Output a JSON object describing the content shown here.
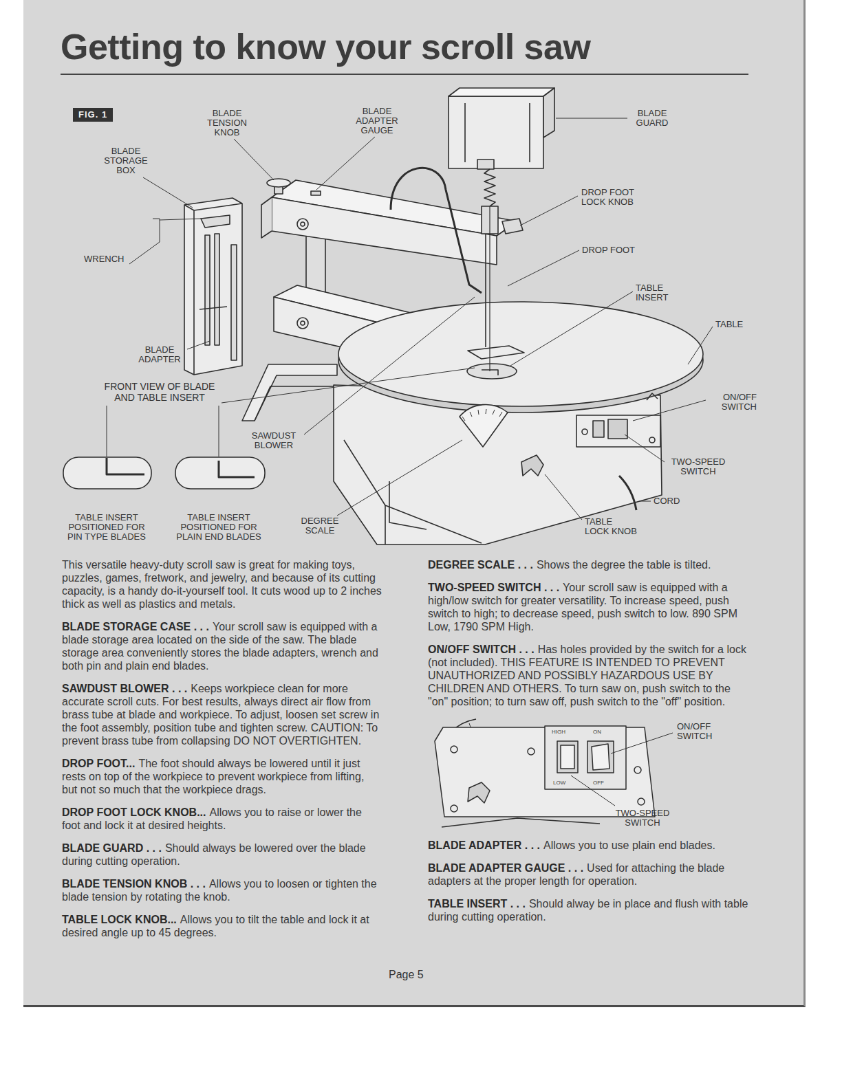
{
  "diagram": {
    "title": "Getting to know your scroll saw",
    "nodes": [
      {
        "text": [
          "FIG. 1"
        ]
      }
    ],
    "labels": [
      "BLADE TENSION KNOB",
      "BLADE ADAPTER GAUGE",
      "BLADE GUARD",
      "BLADE STORAGE BOX",
      "WRENCH",
      "DROP FOOT LOCK KNOB",
      "DROP FOOT",
      "TABLE INSERT",
      "TABLE",
      "BLADE ADAPTER",
      "FRONT VIEW OF BLADE AND TABLE INSERT",
      "ON/OFF SWITCH",
      "SAWDUST BLOWER",
      "TWO-SPEED SWITCH",
      "CORD",
      "TABLE INSERT POSITIONED FOR PIN TYPE BLADES",
      "TABLE INSERT POSITIONED FOR PLAIN END BLADES",
      "DEGREE SCALE",
      "TABLE LOCK KNOB",
      "This versatile heavy-duty scroll saw is great for making toys, puzzles, games, fretwork, and jewelry, and because of its cutting capacity, is a handy do-it-yourself tool. It cuts wood up to 2 inches thick as well as plastics and metals.",
      "BLADE STORAGE CASE . . .",
      "Your scroll saw is equipped with a blade storage area located on the side of the saw. The blade storage area conveniently stores the blade adapters, wrench and both pin and plain end blades.",
      "SAWDUST BLOWER . . .",
      "Keeps workpiece clean for more accurate scroll cuts. For best results, always direct air flow from brass tube at blade and workpiece. To adjust, loosen set screw in the foot assembly, position tube and tighten screw. CAUTION: To prevent brass tube from collapsing DO NOT OVERTIGHTEN.",
      "DROP FOOT...",
      "The foot should always be lowered until it just rests on top of the workpiece to prevent workpiece from lifting, but not so much that the workpiece drags.",
      "DROP FOOT LOCK KNOB...",
      "Allows you to raise or lower the foot and lock it at desired heights.",
      "BLADE GUARD . . .",
      "Should always be lowered over the blade during cutting operation.",
      "BLADE TENSION KNOB . . .",
      "Allows you to loosen or tighten the blade tension by rotating the knob.",
      "TABLE LOCK KNOB...",
      "Allows you to tilt the table and lock it at desired angle up to 45 degrees.",
      "DEGREE SCALE . . .",
      "Shows the degree the table is tilted.",
      "TWO-SPEED SWITCH . . .",
      "Your scroll saw is equipped with a high/low switch for greater versatility. To increase speed, push switch to high; to decrease speed, push switch to low. 890 SPM Low, 1790 SPM High.",
      "ON/OFF SWITCH . . .",
      "Has holes provided by the switch for a lock (not included). THIS FEATURE IS INTENDED TO PREVENT UNAUTHORIZED AND POSSIBLY HAZARDOUS USE BY CHILDREN AND OTHERS. To turn saw on, push switch to the \"on\" position; to turn saw off, push switch to the \"off\" position.",
      "ON/OFF SWITCH",
      "TWO-SPEED SWITCH",
      "HIGH",
      "ON",
      "LOW",
      "OFF",
      "BLADE ADAPTER . . .",
      "Allows you to use plain end blades.",
      "BLADE ADAPTER GAUGE . . .",
      "Used for attaching the blade adapters at the proper length for operation.",
      "TABLE INSERT . . .",
      "Should alway be in place and flush with table during cutting operation.",
      "Page 5"
    ]
  }
}
